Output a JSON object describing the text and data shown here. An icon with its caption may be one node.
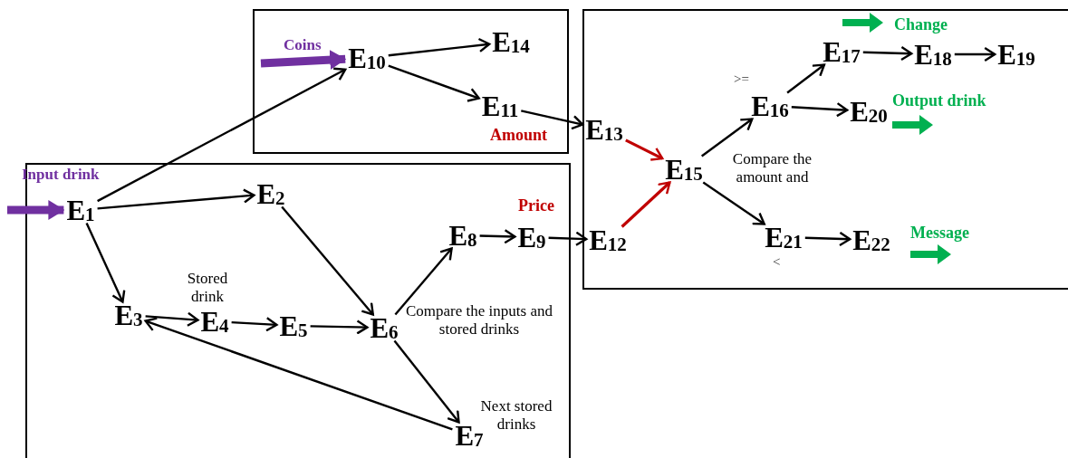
{
  "diagram": {
    "nodes": [
      {
        "text": [],
        "shape": "box"
      },
      {
        "text": [],
        "shape": "box"
      },
      {
        "text": [],
        "shape": "box"
      },
      {
        "text": [
          "E$_{1}$"
        ],
        "in": 0
      },
      {
        "text": [
          "E$_{2}$"
        ],
        "in": 0
      },
      {
        "text": [
          "E$_{3}$"
        ],
        "in": 0
      },
      {
        "text": [
          "E$_{4}$"
        ],
        "in": 0
      },
      {
        "text": [
          "E$_{5}$"
        ],
        "in": 0
      },
      {
        "text": [
          "E$_{6}$"
        ],
        "in": 0
      },
      {
        "text": [
          "E$_{7}$"
        ],
        "in": 0
      },
      {
        "text": [
          "E$_{8}$"
        ],
        "in": 0
      },
      {
        "text": [
          "E$_{9}$"
        ],
        "in": 0
      },
      {
        "text": [
          "E$_{10}$"
        ],
        "in": 1
      },
      {
        "text": [
          "E$_{11}$"
        ],
        "in": 1
      },
      {
        "text": [
          "E$_{12}$"
        ],
        "in": 2
      },
      {
        "text": [
          "E$_{13}$"
        ],
        "in": 2
      },
      {
        "text": [
          "E$_{14}$"
        ],
        "in": 1
      },
      {
        "text": [
          "E$_{15}$"
        ],
        "in": 2
      },
      {
        "text": [
          "E$_{16}$"
        ],
        "in": 2
      },
      {
        "text": [
          "E$_{17}$"
        ],
        "in": 2
      },
      {
        "text": [
          "E$_{18}$"
        ],
        "in": 2
      },
      {
        "text": [
          "E$_{19}$"
        ],
        "in": 2
      },
      {
        "text": [
          "E$_{20}$"
        ],
        "in": 2
      },
      {
        "text": [
          "E$_{21}$"
        ],
        "in": 2
      },
      {
        "text": [
          "E$_{22}$"
        ],
        "in": 2
      }
    ],
    "edges": [
      {
        "from": null,
        "to": 3,
        "arrow": "to",
        "style": "thick",
        "color": "#7030a0"
      },
      {
        "from": null,
        "to": 12,
        "arrow": "to",
        "style": "thick",
        "color": "#7030a0"
      },
      {
        "from": 3,
        "to": 12,
        "arrow": "to"
      },
      {
        "from": 3,
        "to": 4,
        "arrow": "to"
      },
      {
        "from": 3,
        "to": 5,
        "arrow": "to"
      },
      {
        "from": 4,
        "to": 8,
        "arrow": "to"
      },
      {
        "from": 5,
        "to": 6,
        "arrow": "to"
      },
      {
        "from": 6,
        "to": 7,
        "arrow": "to"
      },
      {
        "from": 7,
        "to": 8,
        "arrow": "to"
      },
      {
        "from": 8,
        "to": 10,
        "arrow": "to"
      },
      {
        "from": 8,
        "to": 9,
        "arrow": "to"
      },
      {
        "from": 9,
        "to": 5,
        "arrow": "to"
      },
      {
        "from": 10,
        "to": 11,
        "arrow": "to"
      },
      {
        "from": 11,
        "to": 14,
        "arrow": "to"
      },
      {
        "from": 12,
        "to": 16,
        "arrow": "to"
      },
      {
        "from": 12,
        "to": 13,
        "arrow": "to"
      },
      {
        "from": 13,
        "to": 15,
        "arrow": "to"
      },
      {
        "from": 15,
        "to": 17,
        "arrow": "to",
        "color": "#c00000"
      },
      {
        "from": 14,
        "to": 17,
        "arrow": "to",
        "color": "#c00000"
      },
      {
        "from": 17,
        "to": 18,
        "arrow": "to"
      },
      {
        "from": 17,
        "to": 23,
        "arrow": "to"
      },
      {
        "from": 18,
        "to": 19,
        "arrow": "to"
      },
      {
        "from": 19,
        "to": 20,
        "arrow": "to"
      },
      {
        "from": 20,
        "to": 21,
        "arrow": "to"
      },
      {
        "from": 18,
        "to": 22,
        "arrow": "to"
      },
      {
        "from": 23,
        "to": 24,
        "arrow": "to"
      }
    ],
    "labels": [
      "Change",
      "Coins",
      ">=",
      "Output drink",
      "Amount",
      "Compare the amount and",
      "Input drink",
      "Price",
      "Message",
      "<",
      "Stored drink",
      "Compare the inputs and stored drinks",
      "Next stored drinks"
    ]
  }
}
